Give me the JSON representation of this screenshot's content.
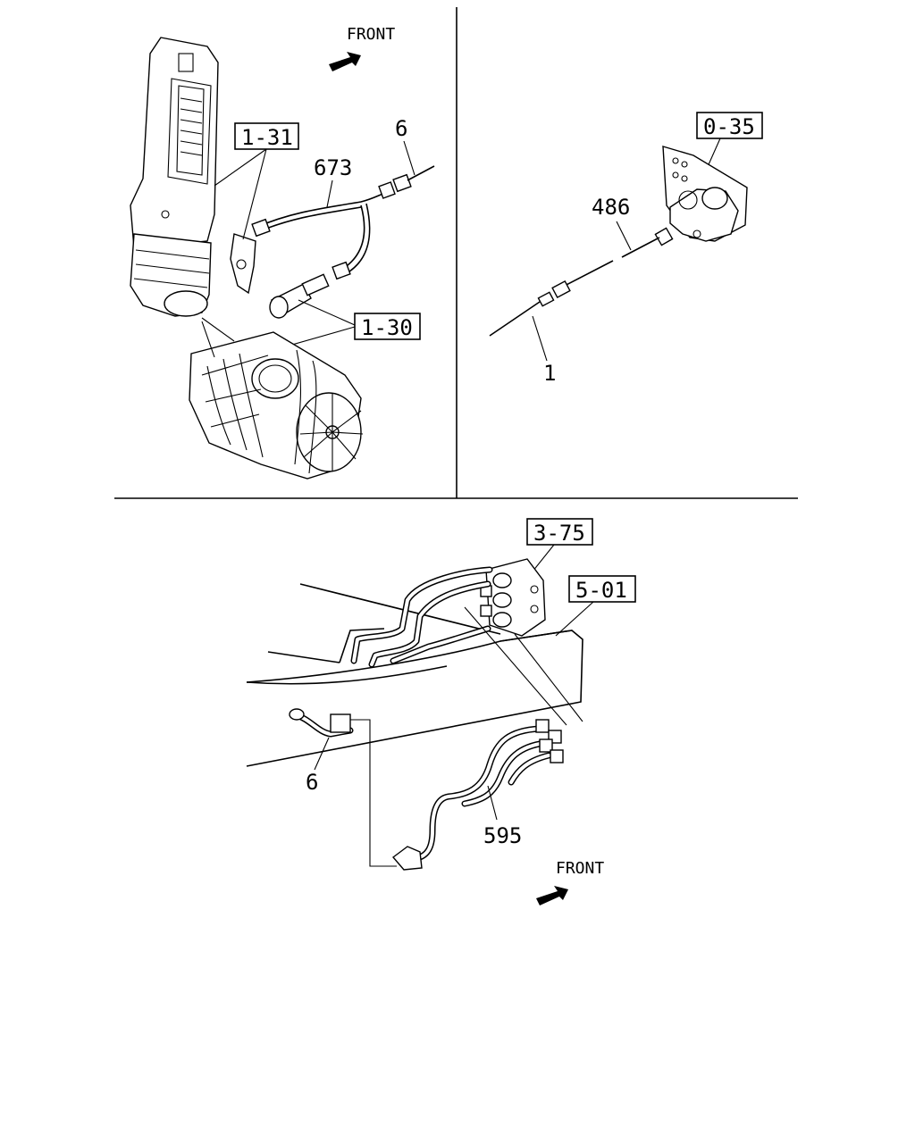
{
  "front_labels": [
    "FRONT",
    "FRONT"
  ],
  "ref_boxes": {
    "box_1_31": "1-31",
    "box_1_30": "1-30",
    "box_0_35": "0-35",
    "box_3_75": "3-75",
    "box_5_01": "5-01"
  },
  "callouts": {
    "c_6_top": "6",
    "c_673": "673",
    "c_486": "486",
    "c_1": "1",
    "c_6_bottom": "6",
    "c_595": "595"
  },
  "icons": [
    "front-arrow-icon",
    "front-arrow-icon"
  ]
}
